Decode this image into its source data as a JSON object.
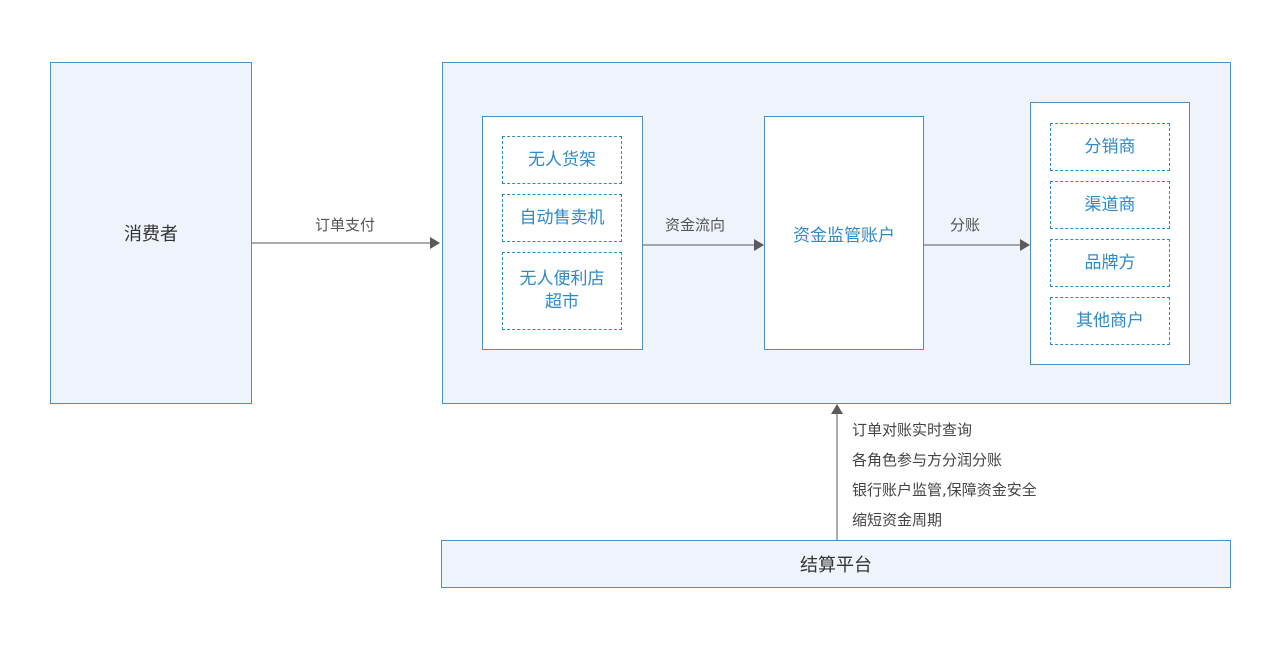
{
  "consumer": {
    "label": "消费者"
  },
  "edges": {
    "order_payment": "订单支付",
    "fund_flow": "资金流向",
    "split": "分账"
  },
  "scenarios": [
    {
      "label": "无人货架"
    },
    {
      "label": "自动售卖机"
    },
    {
      "label": "无人便利店\n超市"
    }
  ],
  "escrow_account": {
    "label": "资金监管账户"
  },
  "merchants": [
    {
      "label": "分销商"
    },
    {
      "label": "渠道商"
    },
    {
      "label": "品牌方"
    },
    {
      "label": "其他商户"
    }
  ],
  "platform_notes": [
    "订单对账实时查询",
    "各角色参与方分润分账",
    "银行账户监管,保障资金安全",
    "缩短资金周期"
  ],
  "settlement_platform": {
    "label": "结算平台"
  },
  "colors": {
    "accent": "#2f8ac6",
    "border": "#4a90c4",
    "fill_light": "#eef3fc",
    "arrow": "#5a5a5a"
  }
}
